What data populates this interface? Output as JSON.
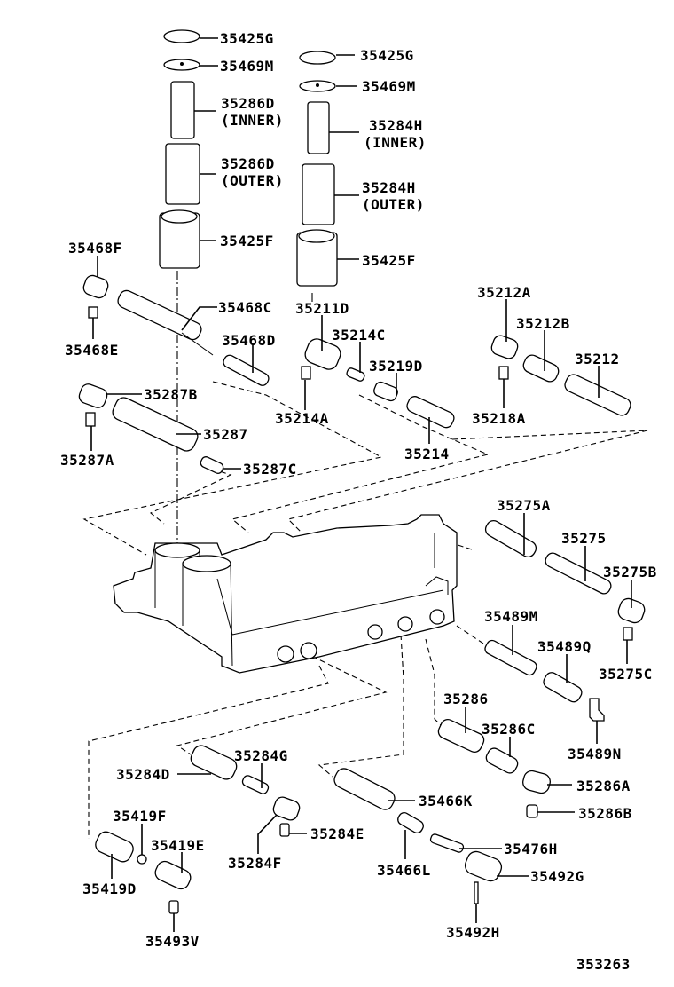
{
  "diagram": {
    "title": "Valve body assembly exploded view",
    "figure_number": "353263",
    "labels": [
      {
        "id": "35425G_a",
        "text": "35425G"
      },
      {
        "id": "35469M_a",
        "text": "35469M"
      },
      {
        "id": "35286D_inner",
        "text": "35286D",
        "sub": "(INNER)"
      },
      {
        "id": "35286D_outer",
        "text": "35286D",
        "sub": "(OUTER)"
      },
      {
        "id": "35425F_a",
        "text": "35425F"
      },
      {
        "id": "35425G_b",
        "text": "35425G"
      },
      {
        "id": "35469M_b",
        "text": "35469M"
      },
      {
        "id": "35284H_inner",
        "text": "35284H",
        "sub": "(INNER)"
      },
      {
        "id": "35284H_outer",
        "text": "35284H",
        "sub": "(OUTER)"
      },
      {
        "id": "35425F_b",
        "text": "35425F"
      },
      {
        "id": "35468F",
        "text": "35468F"
      },
      {
        "id": "35468E",
        "text": "35468E"
      },
      {
        "id": "35468C",
        "text": "35468C"
      },
      {
        "id": "35468D",
        "text": "35468D"
      },
      {
        "id": "35211D",
        "text": "35211D"
      },
      {
        "id": "35214C",
        "text": "35214C"
      },
      {
        "id": "35219D",
        "text": "35219D"
      },
      {
        "id": "35214A",
        "text": "35214A"
      },
      {
        "id": "35214",
        "text": "35214"
      },
      {
        "id": "35212A",
        "text": "35212A"
      },
      {
        "id": "35212B",
        "text": "35212B"
      },
      {
        "id": "35212",
        "text": "35212"
      },
      {
        "id": "35218A",
        "text": "35218A"
      },
      {
        "id": "35287B",
        "text": "35287B"
      },
      {
        "id": "35287",
        "text": "35287"
      },
      {
        "id": "35287A",
        "text": "35287A"
      },
      {
        "id": "35287C",
        "text": "35287C"
      },
      {
        "id": "35275A",
        "text": "35275A"
      },
      {
        "id": "35275",
        "text": "35275"
      },
      {
        "id": "35275B",
        "text": "35275B"
      },
      {
        "id": "35275C",
        "text": "35275C"
      },
      {
        "id": "35489M",
        "text": "35489M"
      },
      {
        "id": "35489Q",
        "text": "35489Q"
      },
      {
        "id": "35489N",
        "text": "35489N"
      },
      {
        "id": "35286",
        "text": "35286"
      },
      {
        "id": "35286C",
        "text": "35286C"
      },
      {
        "id": "35286A",
        "text": "35286A"
      },
      {
        "id": "35286B",
        "text": "35286B"
      },
      {
        "id": "35284G",
        "text": "35284G"
      },
      {
        "id": "35284D",
        "text": "35284D"
      },
      {
        "id": "35284E",
        "text": "35284E"
      },
      {
        "id": "35284F",
        "text": "35284F"
      },
      {
        "id": "35419F",
        "text": "35419F"
      },
      {
        "id": "35419E",
        "text": "35419E"
      },
      {
        "id": "35419D",
        "text": "35419D"
      },
      {
        "id": "35493V",
        "text": "35493V"
      },
      {
        "id": "35466K",
        "text": "35466K"
      },
      {
        "id": "35466L",
        "text": "35466L"
      },
      {
        "id": "35476H",
        "text": "35476H"
      },
      {
        "id": "35492G",
        "text": "35492G"
      },
      {
        "id": "35492H",
        "text": "35492H"
      }
    ]
  }
}
